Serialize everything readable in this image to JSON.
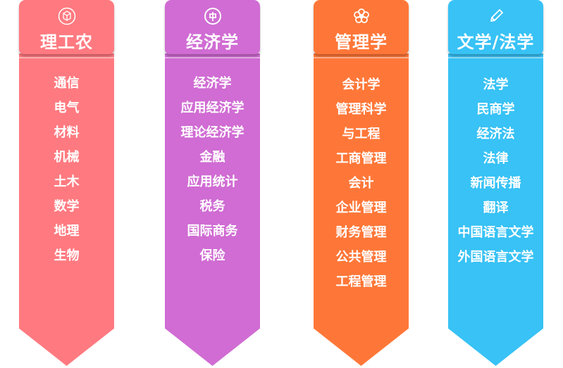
{
  "columns": [
    {
      "title": "理工农",
      "icon": "cube-icon",
      "color": "#ff7a80",
      "items": [
        "通信",
        "电气",
        "材料",
        "机械",
        "土木",
        "数学",
        "地理",
        "生物"
      ]
    },
    {
      "title": "经济学",
      "icon": "currency-icon",
      "color": "#d06cd3",
      "items": [
        "经济学",
        "应用经济学",
        "理论经济学",
        "金融",
        "应用统计",
        "税务",
        "国际商务",
        "保险"
      ]
    },
    {
      "title": "管理学",
      "icon": "flower-icon",
      "color": "#ff7738",
      "items": [
        "会计学",
        "管理科学",
        "与工程",
        "工商管理",
        "会计",
        "企业管理",
        "财务管理",
        "公共管理",
        "工程管理"
      ]
    },
    {
      "title": "文学/法学",
      "icon": "pencil-icon",
      "color": "#38c2f5",
      "items": [
        "法学",
        "民商学",
        "经济法",
        "法律",
        "新闻传播",
        "翻译",
        "中国语言文学",
        "外国语言文学"
      ]
    }
  ]
}
